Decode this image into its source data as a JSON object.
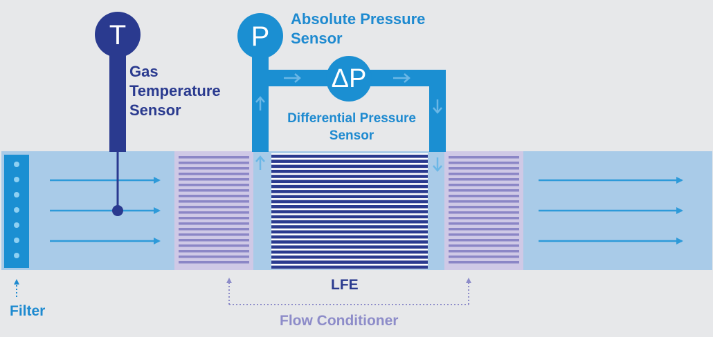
{
  "labels": {
    "gas_temperature_sensor": [
      "Gas",
      "Temperature",
      "Sensor"
    ],
    "absolute_pressure_sensor": [
      "Absolute Pressure",
      "Sensor"
    ],
    "differential_pressure_sensor": [
      "Differential Pressure",
      "Sensor"
    ],
    "lfe": "LFE",
    "filter": "Filter",
    "flow_conditioner": "Flow Conditioner"
  },
  "sensor_symbols": {
    "temperature": "T",
    "absolute_pressure": "P",
    "differential_pressure": "ΔP"
  },
  "colors": {
    "background": "#e7e8ea",
    "pipe": "#a9cbe8",
    "navy": "#2a3a8f",
    "blue": "#1b8fd2",
    "arrow": "#2d9ad9",
    "lavender": "#cfc9e6",
    "lavender_stripe": "#8b86c6",
    "light_arrow": "#6bb7e6"
  }
}
